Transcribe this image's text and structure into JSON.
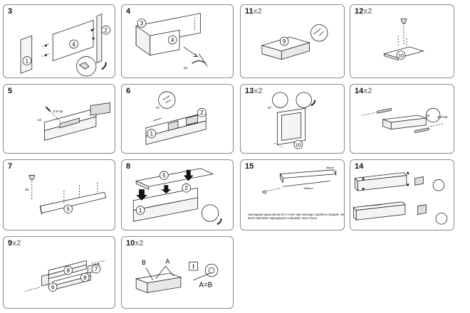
{
  "steps": [
    {
      "id": "p3",
      "number": "3",
      "multiplier": "",
      "labels": {
        "part1": "1",
        "part4": "4",
        "part2": "2"
      }
    },
    {
      "id": "p4",
      "number": "4",
      "multiplier": "",
      "labels": {
        "part3": "3",
        "part4": "4",
        "count": "x2"
      }
    },
    {
      "id": "p11",
      "number": "11",
      "multiplier": "x2",
      "labels": {
        "part9": "9"
      }
    },
    {
      "id": "p12",
      "number": "12",
      "multiplier": "x2",
      "labels": {
        "part10": "10"
      }
    },
    {
      "id": "p5",
      "number": "5",
      "multiplier": "",
      "labels": {
        "count": "x4",
        "screw": "3.5*16"
      }
    },
    {
      "id": "p6",
      "number": "6",
      "multiplier": "",
      "labels": {
        "count": "x2",
        "part2": "2",
        "part1": "1"
      }
    },
    {
      "id": "p13",
      "number": "13",
      "multiplier": "x2",
      "labels": {
        "count": "x2",
        "part10": "10"
      }
    },
    {
      "id": "p14a",
      "number": "14",
      "multiplier": "x2",
      "labels": {
        "count": "x4",
        "screw": "3.5*16"
      }
    },
    {
      "id": "p7",
      "number": "7",
      "multiplier": "",
      "labels": {
        "count": "x8",
        "part5": "5"
      }
    },
    {
      "id": "p8",
      "number": "8",
      "multiplier": "",
      "labels": {
        "part5": "5",
        "part2": "2",
        "part1": "1"
      }
    },
    {
      "id": "p15",
      "number": "15",
      "multiplier": "",
      "labels": {
        "dim_height": "36mm",
        "dim_width": "836mm"
      }
    },
    {
      "id": "p14b",
      "number": "14",
      "multiplier": "",
      "labels": {}
    },
    {
      "id": "p9",
      "number": "9",
      "multiplier": "x2",
      "labels": {
        "part8a": "8",
        "part7": "7",
        "part8b": "8",
        "part6": "6"
      }
    },
    {
      "id": "p10",
      "number": "10",
      "multiplier": "x2",
      "labels": {
        "b": "B",
        "a": "A",
        "warning": "!",
        "equation": "A=B"
      }
    }
  ],
  "step15_note": "Накладная циша крепится к стене при помощи 2 дюбель-гвоздей, либо иного крепежа подходящего к вашему типу стены."
}
